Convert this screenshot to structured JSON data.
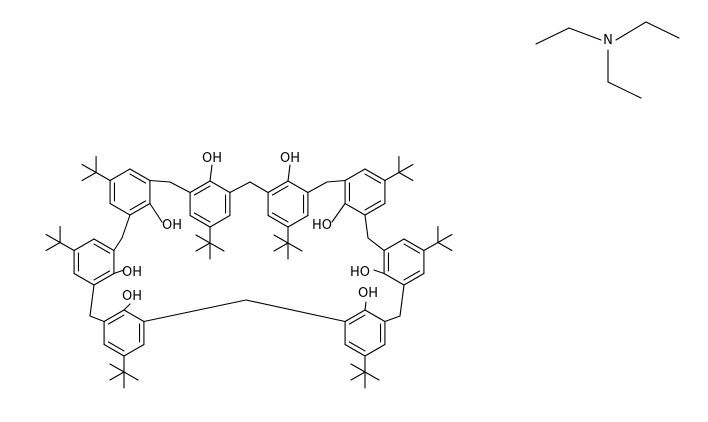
{
  "structure": {
    "components": [
      {
        "id": "calixarene",
        "description": "p-tert-butylcalix[8]arene macrocycle",
        "hydroxyl_label": "OH",
        "hydroxyl_label_variant": "HO",
        "hydroxyl_count": 8,
        "tert_butyl_count": 8
      },
      {
        "id": "triethylamine",
        "atom_label": "N"
      }
    ]
  }
}
